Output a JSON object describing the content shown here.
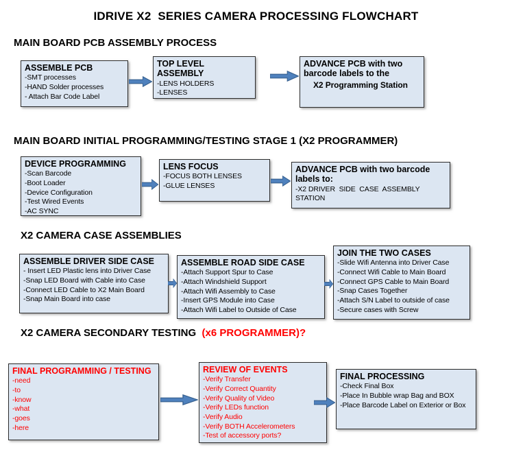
{
  "title": "IDRIVE X2  SERIES CAMERA PROCESSING FLOWCHART",
  "colors": {
    "box_fill": "#dce6f2",
    "box_border": "#2b2b2b",
    "arrow_fill": "#4f81bd",
    "red": "#ff0000"
  },
  "sections": [
    {
      "heading": "MAIN BOARD PCB ASSEMBLY PROCESS",
      "boxes": [
        {
          "title": "ASSEMBLE PCB",
          "items": [
            "-SMT processes",
            "-HAND Solder processes",
            "- Attach Bar Code Label"
          ]
        },
        {
          "title": "TOP LEVEL ASSEMBLY",
          "items": [
            "-LENS HOLDERS",
            "-LENSES"
          ]
        },
        {
          "title": "ADVANCE PCB with two barcode labels to the",
          "items": [
            "X2 Programming Station"
          ]
        }
      ]
    },
    {
      "heading": "MAIN BOARD INITIAL PROGRAMMING/TESTING STAGE 1 (X2 PROGRAMMER)",
      "boxes": [
        {
          "title": "DEVICE PROGRAMMING",
          "items": [
            "-Scan Barcode",
            "-Boot Loader",
            "-Device Configuration",
            "-Test Wired Events",
            "-AC SYNC"
          ]
        },
        {
          "title": "LENS FOCUS",
          "items": [
            "-FOCUS BOTH LENSES",
            "-GLUE LENSES"
          ]
        },
        {
          "title": "ADVANCE PCB with two barcode labels to:",
          "items": [
            "-X2 DRIVER  SIDE  CASE  ASSEMBLY STATION"
          ]
        }
      ]
    },
    {
      "heading": "X2 CAMERA CASE ASSEMBLIES",
      "boxes": [
        {
          "title": "ASSEMBLE DRIVER SIDE CASE",
          "items": [
            "- Insert LED Plastic lens into Driver Case",
            "-Snap LED Board with Cable into Case",
            "-Connect LED Cable to X2 Main Board",
            "-Snap Main Board into case"
          ]
        },
        {
          "title": "ASSEMBLE ROAD SIDE CASE",
          "items": [
            "-Attach Support Spur to Case",
            "-Attach Windshield Support",
            "-Attach Wifi Assembly to Case",
            "-Insert GPS Module into Case",
            "-Attach Wifi Label to Outside of Case"
          ]
        },
        {
          "title": "JOIN THE TWO CASES",
          "items": [
            "-Slide Wifi Antenna into Driver Case",
            "-Connect Wifi Cable to Main Board",
            "-Connect GPS Cable to Main Board",
            "-Snap Cases Together",
            "-Attach S/N Label to outside of case",
            "-Secure cases with Screw"
          ]
        }
      ]
    },
    {
      "heading": "X2 CAMERA SECONDARY TESTING",
      "heading_suffix": "  (x6 PROGRAMMER)?",
      "boxes": [
        {
          "title": "FINAL PROGRAMMING / TESTING",
          "items": [
            "-need",
            "-to",
            "-know",
            "-what",
            "-goes",
            "-here"
          ]
        },
        {
          "title": "REVIEW OF EVENTS",
          "items": [
            "-Verify Transfer",
            "-Verify Correct Quantity",
            "-Verify Quality of Video",
            "-Verify LEDs function",
            "-Verify Audio",
            "-Verify BOTH Accelerometers",
            "-Test of accessory ports?"
          ]
        },
        {
          "title": "FINAL PROCESSING",
          "items": [
            "-Check Final Box",
            "-Place In Bubble wrap Bag and BOX",
            "-Place Barcode Label on Exterior or Box"
          ]
        }
      ]
    }
  ]
}
